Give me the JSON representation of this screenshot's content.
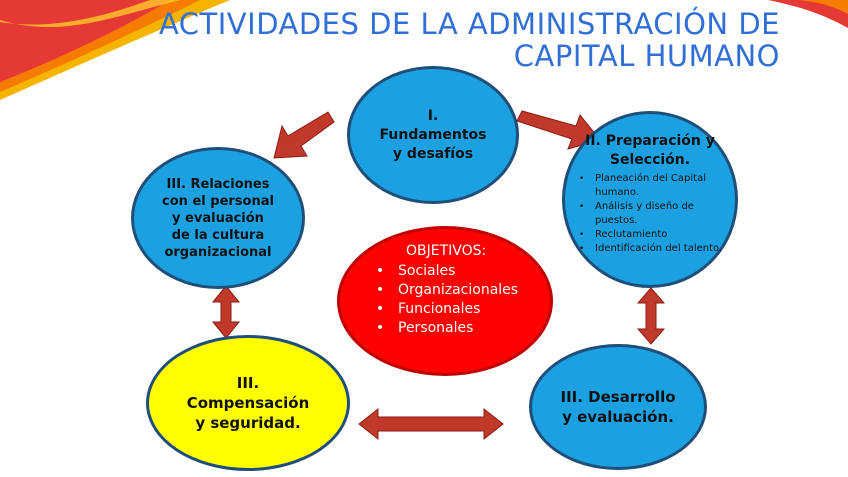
{
  "slide": {
    "title_line1": "ACTIVIDADES DE LA ADMINISTRACIÓN DE",
    "title_line2": "CAPITAL HUMANO"
  },
  "nodes": {
    "fundamentos": {
      "line1": "I.",
      "line2": "Fundamentos",
      "line3": "y desafíos"
    },
    "relaciones": {
      "line1": "III. Relaciones",
      "line2": "con el personal",
      "line3": "y evaluación",
      "line4": "de la cultura",
      "line5": "organizacional"
    },
    "preparacion": {
      "line1": "II. Preparación y",
      "line2": "Selección.",
      "items": [
        "Planeación del Capital humano.",
        "Análisis y diseño de puestos.",
        "Reclutamiento",
        "Identificación del talento."
      ]
    },
    "compensacion": {
      "line1": "III.",
      "line2": "Compensación",
      "line3": "y seguridad."
    },
    "desarrollo": {
      "line1": "III. Desarrollo",
      "line2": "y evaluación."
    },
    "objetivos": {
      "heading": "OBJETIVOS:",
      "items": [
        "Sociales",
        "Organizacionales",
        "Funcionales",
        "Personales"
      ]
    }
  },
  "colors": {
    "title": "#2f6fd6",
    "blue_node": "#1ba1e2",
    "yellow_node": "#ffff00",
    "red_node": "#ff0000",
    "arrow": "#c0392b",
    "outline": "#1f4e79"
  }
}
